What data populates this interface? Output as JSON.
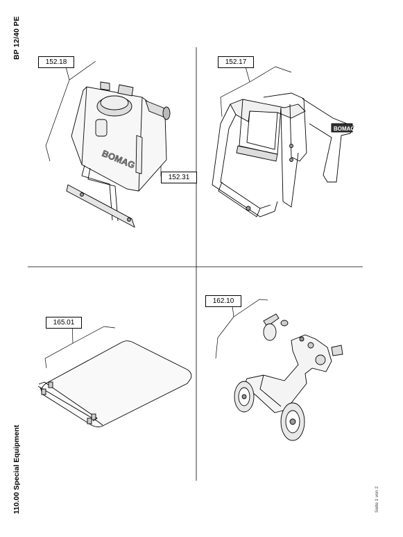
{
  "header": {
    "model": "BP 12/40 PE"
  },
  "footer": {
    "section": "110.00 Special Equipment",
    "page_label": "Seite 1 von 2"
  },
  "callouts": {
    "water_tank": "152.18",
    "transport_frame": "152.17",
    "tank_bracket": "152.31",
    "plastic_plate": "165.01",
    "wheel_kit": "162.10"
  },
  "brand_marks": {
    "tank_logo": "BOMAG",
    "frame_logo": "BOMAG"
  }
}
